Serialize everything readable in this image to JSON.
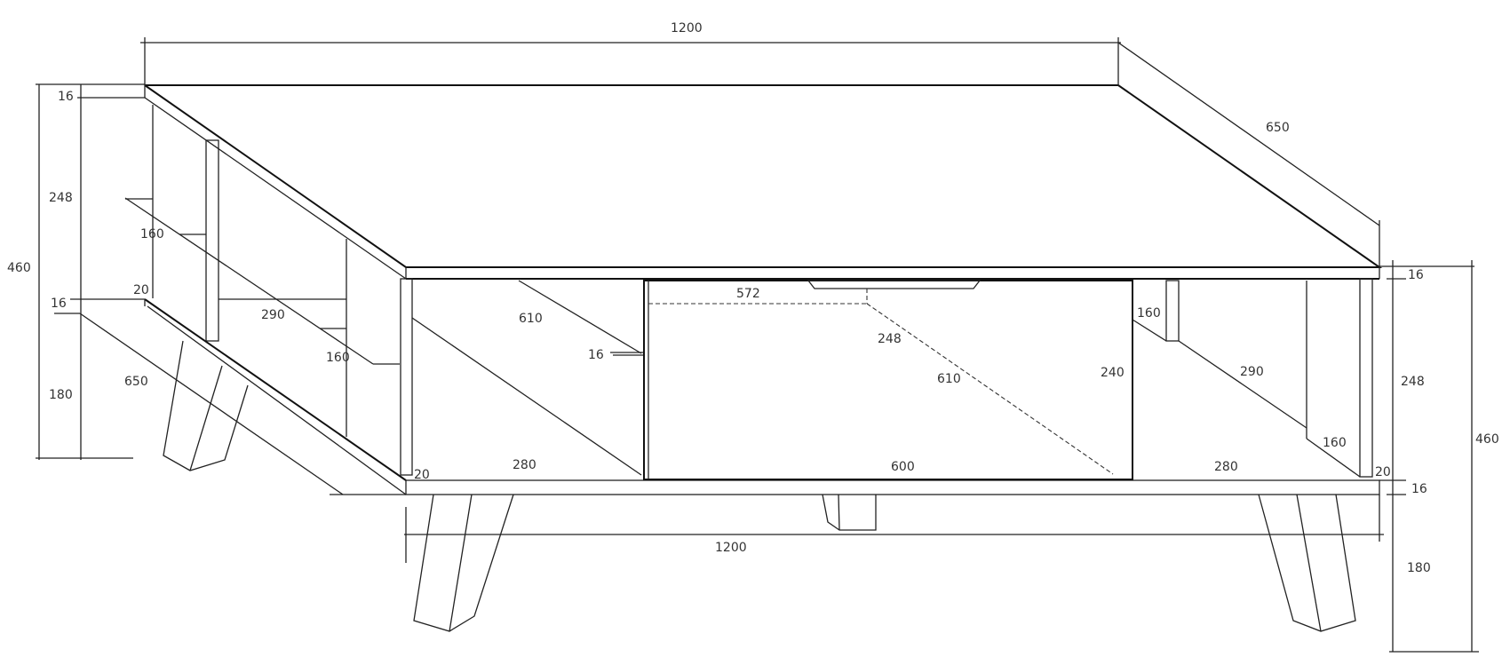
{
  "drawing": {
    "labels": {
      "top_width": "1200",
      "top_depth": "650",
      "left_top_thickness": "16",
      "left_upper_height": "248",
      "left_total_height": "460",
      "left_divider_160_a": "160",
      "left_offset_20": "20",
      "left_shelf_thickness": "16",
      "left_shelf_depth": "290",
      "left_divider_160_b": "160",
      "left_leg_depth": "650",
      "left_leg_height": "180",
      "front_left_diag": "610",
      "front_left_16": "16",
      "drawer_width": "572",
      "drawer_handle": "248",
      "front_left_20": "20",
      "front_left_280": "280",
      "bottom_width": "1200",
      "right_top_thickness": "16",
      "right_160_a": "160",
      "drawer_height": "240",
      "drawer_depth": "610",
      "right_shelf_depth": "290",
      "right_upper_height": "248",
      "right_total_height": "460",
      "right_160_b": "160",
      "drawer_front_width": "600",
      "right_280": "280",
      "right_20": "20",
      "right_bottom_thickness": "16",
      "right_leg_height": "180"
    }
  }
}
